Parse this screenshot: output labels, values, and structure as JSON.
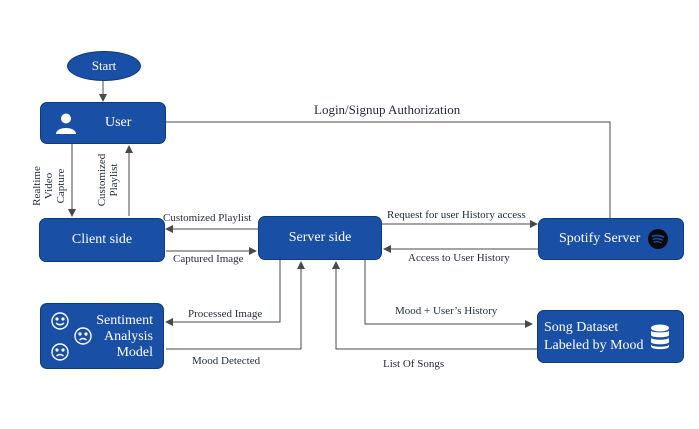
{
  "nodes": {
    "start": "Start",
    "user": "User",
    "client": "Client side",
    "server": "Server side",
    "spotify": "Spotify Server",
    "sentiment": [
      "Sentiment",
      "Analysis",
      "Model"
    ],
    "dataset": [
      "Song Dataset",
      "Labeled by Mood"
    ]
  },
  "edges": {
    "login": "Login/Signup Authorization",
    "realtime": [
      "Realtime",
      "Video",
      "Capture"
    ],
    "customized_vertical": [
      "Customized",
      "Playlist"
    ],
    "customized_playlist": "Customized Playlist",
    "captured_image": "Captured Image",
    "request_history": "Request for user History access",
    "access_history": "Access to User History",
    "processed_image": "Processed Image",
    "mood_detected": "Mood Detected",
    "mood_history": "Mood + User’s History",
    "list_songs": "List Of Songs"
  },
  "colors": {
    "node_fill": "#1a4fa6",
    "arrow": "#4a4a4a"
  },
  "icons": {
    "user": "user-icon",
    "spotify": "spotify-logo-icon",
    "sentiment": "emoji-faces-icon",
    "dataset": "database-icon"
  }
}
